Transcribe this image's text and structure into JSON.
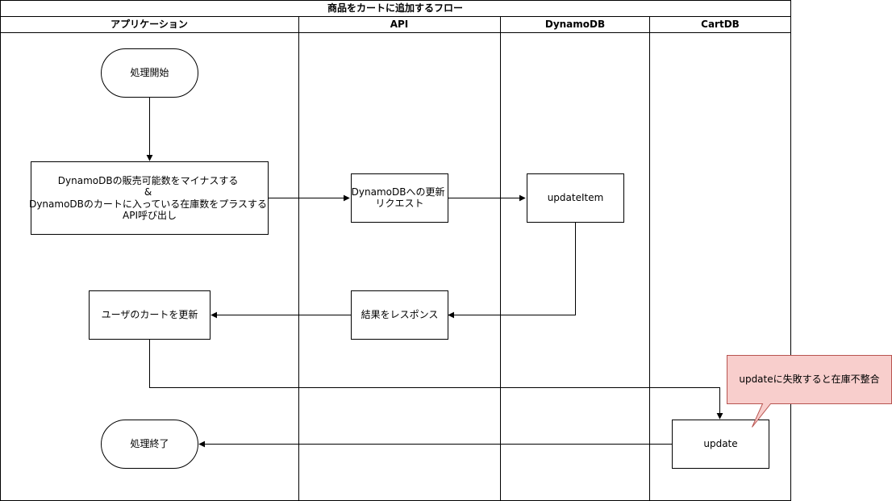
{
  "diagram": {
    "title": "商品をカートに追加するフロー",
    "lanes": [
      {
        "id": "app",
        "label": "アプリケーション"
      },
      {
        "id": "api",
        "label": "API"
      },
      {
        "id": "dynamodb",
        "label": "DynamoDB"
      },
      {
        "id": "cartdb",
        "label": "CartDB"
      }
    ],
    "nodes": {
      "start": {
        "lines": [
          "処理開始"
        ]
      },
      "api_call": {
        "lines": [
          "DynamoDBの販売可能数をマイナスする",
          "&",
          "DynamoDBのカートに入っている在庫数をプラスする",
          "API呼び出し"
        ]
      },
      "update_request": {
        "lines": [
          "DynamoDBへの更新",
          "リクエスト"
        ]
      },
      "update_item": {
        "lines": [
          "updateItem"
        ]
      },
      "respond": {
        "lines": [
          "結果をレスポンス"
        ]
      },
      "update_cart": {
        "lines": [
          "ユーザのカートを更新"
        ]
      },
      "end": {
        "lines": [
          "処理終了"
        ]
      },
      "update": {
        "lines": [
          "update"
        ]
      }
    },
    "callout": {
      "lines": [
        "updateに失敗すると在庫不整合"
      ],
      "fill": "#f8cecc",
      "stroke": "#b85450"
    }
  }
}
